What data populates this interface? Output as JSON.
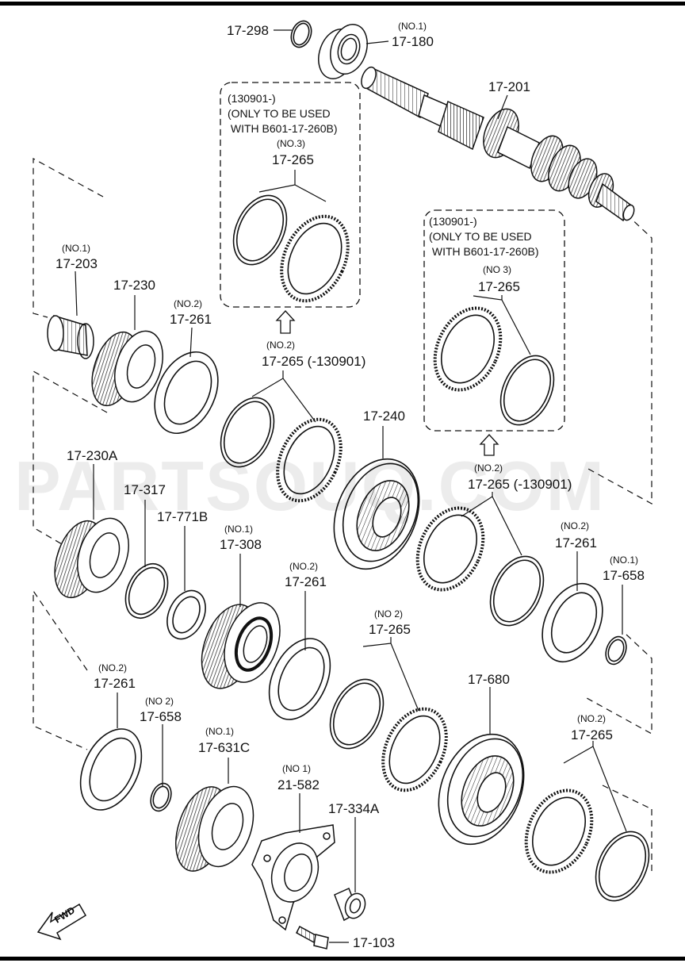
{
  "watermark": "PARTSOUQ.COM",
  "fwd_label": "FWD",
  "notes": [
    {
      "id": "note-upper-left",
      "text": "(130901-)\n(ONLY TO BE USED\n WITH B601-17-260B)"
    },
    {
      "id": "note-right",
      "text": "(130901-)\n(ONLY TO BE USED\n WITH B601-17-260B)"
    }
  ],
  "callouts": [
    {
      "id": "17-298",
      "part": "17-298",
      "qualifier": ""
    },
    {
      "id": "17-180",
      "part": "17-180",
      "qualifier": "(NO.1)"
    },
    {
      "id": "17-201",
      "part": "17-201",
      "qualifier": ""
    },
    {
      "id": "17-265-no3-upper",
      "part": "17-265",
      "qualifier": "(NO.3)"
    },
    {
      "id": "17-265-no3-right",
      "part": "17-265",
      "qualifier": "(NO 3)"
    },
    {
      "id": "17-203",
      "part": "17-203",
      "qualifier": "(NO.1)"
    },
    {
      "id": "17-230",
      "part": "17-230",
      "qualifier": ""
    },
    {
      "id": "17-261-a",
      "part": "17-261",
      "qualifier": "(NO.2)"
    },
    {
      "id": "17-265-a",
      "part": "17-265 (-130901)",
      "qualifier": "(NO.2)"
    },
    {
      "id": "17-240",
      "part": "17-240",
      "qualifier": ""
    },
    {
      "id": "17-265-b",
      "part": "17-265 (-130901)",
      "qualifier": "(NO.2)"
    },
    {
      "id": "17-230A",
      "part": "17-230A",
      "qualifier": ""
    },
    {
      "id": "17-317",
      "part": "17-317",
      "qualifier": ""
    },
    {
      "id": "17-771B",
      "part": "17-771B",
      "qualifier": ""
    },
    {
      "id": "17-308",
      "part": "17-308",
      "qualifier": "(NO.1)"
    },
    {
      "id": "17-261-b",
      "part": "17-261",
      "qualifier": "(NO.2)"
    },
    {
      "id": "17-261-c",
      "part": "17-261",
      "qualifier": "(NO.2)"
    },
    {
      "id": "17-658-a",
      "part": "17-658",
      "qualifier": "(NO.1)"
    },
    {
      "id": "17-265-c",
      "part": "17-265",
      "qualifier": "(NO 2)"
    },
    {
      "id": "17-680",
      "part": "17-680",
      "qualifier": ""
    },
    {
      "id": "17-261-d",
      "part": "17-261",
      "qualifier": "(NO.2)"
    },
    {
      "id": "17-658-b",
      "part": "17-658",
      "qualifier": "(NO 2)"
    },
    {
      "id": "17-631C",
      "part": "17-631C",
      "qualifier": "(NO.1)"
    },
    {
      "id": "21-582",
      "part": "21-582",
      "qualifier": "(NO 1)"
    },
    {
      "id": "17-334A",
      "part": "17-334A",
      "qualifier": ""
    },
    {
      "id": "17-265-d",
      "part": "17-265",
      "qualifier": "(NO.2)"
    },
    {
      "id": "17-103",
      "part": "17-103",
      "qualifier": ""
    }
  ]
}
